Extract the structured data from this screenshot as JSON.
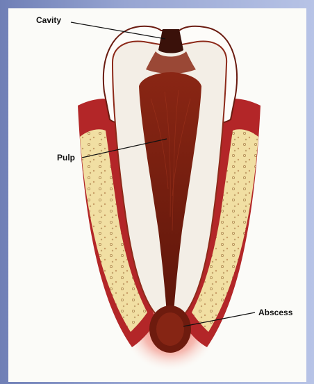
{
  "diagram": {
    "labels": {
      "cavity": "Cavity",
      "pulp": "Pulp",
      "abscess": "Abscess"
    },
    "colors": {
      "frame": "#8091c6",
      "gum": "#b32628",
      "bone": "#f1dfa3",
      "dentin": "#f3eee6",
      "pulp": "#7b1e10",
      "abscess_glow": "#e34a3a"
    }
  }
}
